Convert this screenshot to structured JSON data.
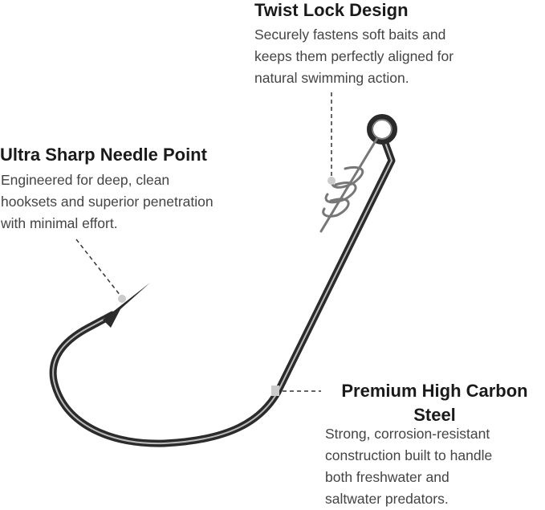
{
  "callouts": {
    "twist_lock": {
      "title": "Twist Lock Design",
      "lines": [
        "Securely fastens soft baits and",
        "keeps them perfectly aligned for",
        "natural swimming action."
      ]
    },
    "needle_point": {
      "title": "Ultra Sharp Needle Point",
      "lines": [
        "Engineered for deep, clean",
        "hooksets and superior penetration",
        "with minimal effort."
      ]
    },
    "carbon_steel": {
      "title_lines": [
        "Premium High Carbon",
        "Steel"
      ],
      "lines": [
        "Strong, corrosion-resistant",
        "construction built to handle",
        "both freshwater and",
        "saltwater predators."
      ]
    }
  }
}
